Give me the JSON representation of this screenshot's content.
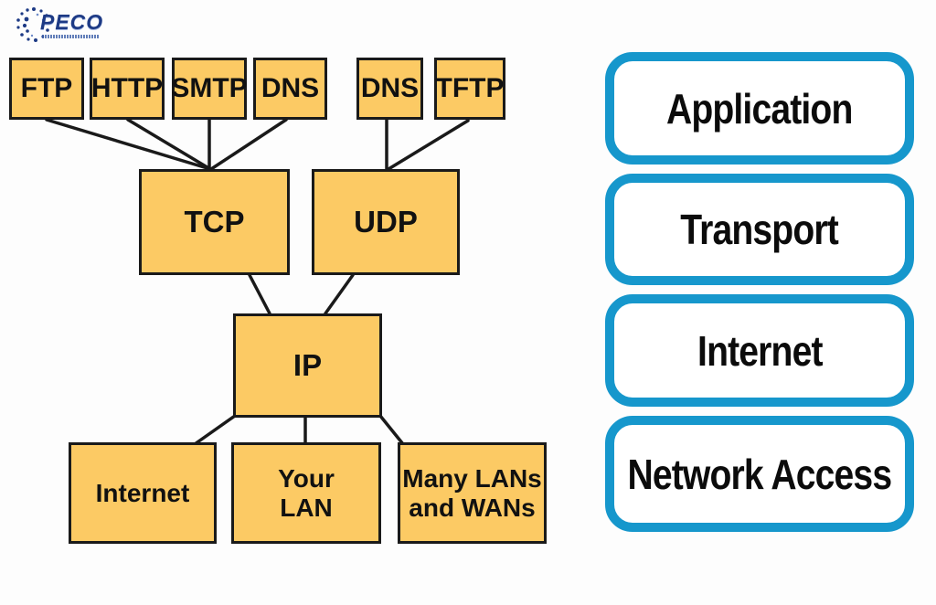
{
  "logo": {
    "text": "PECO"
  },
  "protocol_stack": {
    "application_protocols": [
      "FTP",
      "HTTP",
      "SMTP",
      "DNS",
      "DNS",
      "TFTP"
    ],
    "transport_protocols": [
      "TCP",
      "UDP"
    ],
    "internet_protocol": "IP",
    "network_types": [
      "Internet",
      "Your\nLAN",
      "Many LANs\nand WANs"
    ]
  },
  "layer_labels": [
    "Application",
    "Transport",
    "Internet",
    "Network Access"
  ],
  "colors": {
    "protocol_box_fill": "#FCCA64",
    "protocol_box_border": "#1A1A1A",
    "layer_box_border": "#1697CC",
    "layer_box_fill": "#FFFFFF",
    "connector_line": "#1A1A1A",
    "logo_blue": "#1D3A85"
  }
}
